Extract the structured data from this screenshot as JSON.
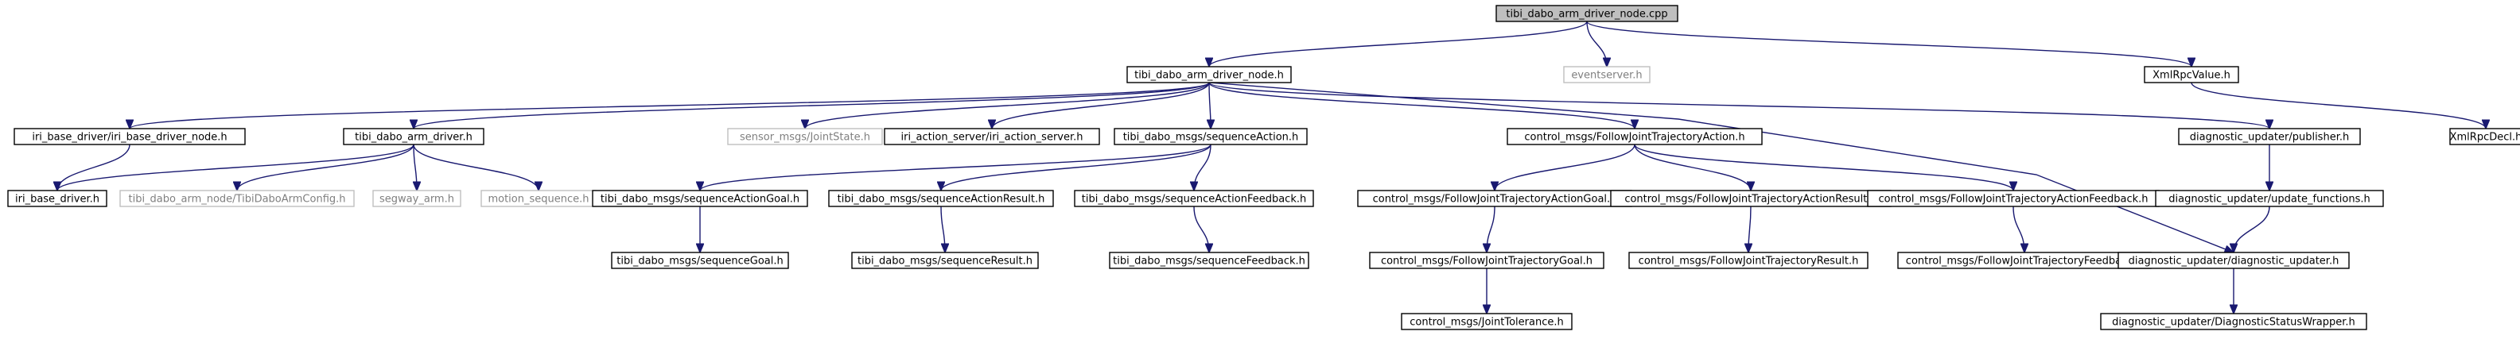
{
  "graph": {
    "colors": {
      "node_fill": "#ffffff",
      "node_border": "#000000",
      "root_fill": "#bfbfbf",
      "external_border": "#bfbfbf",
      "external_text": "#7f7f7f",
      "text": "#000000",
      "edge": "#191970"
    },
    "nodes": [
      {
        "id": "root",
        "label": "tibi_dabo_arm_driver_node.cpp",
        "kind": "root"
      },
      {
        "id": "arm_node_h",
        "label": "tibi_dabo_arm_driver_node.h",
        "kind": "file"
      },
      {
        "id": "eventserver",
        "label": "eventserver.h",
        "kind": "external"
      },
      {
        "id": "xmlrpcvalue",
        "label": "XmlRpcValue.h",
        "kind": "file"
      },
      {
        "id": "iri_base_node",
        "label": "iri_base_driver/iri_base_driver_node.h",
        "kind": "file"
      },
      {
        "id": "arm_driver_h",
        "label": "tibi_dabo_arm_driver.h",
        "kind": "file"
      },
      {
        "id": "jointstate",
        "label": "sensor_msgs/JointState.h",
        "kind": "external"
      },
      {
        "id": "iri_action_server",
        "label": "iri_action_server/iri_action_server.h",
        "kind": "file"
      },
      {
        "id": "seq_action",
        "label": "tibi_dabo_msgs/sequenceAction.h",
        "kind": "file"
      },
      {
        "id": "fjt_action",
        "label": "control_msgs/FollowJointTrajectoryAction.h",
        "kind": "file"
      },
      {
        "id": "diag_publisher",
        "label": "diagnostic_updater/publisher.h",
        "kind": "file"
      },
      {
        "id": "xmlrpcdecl",
        "label": "XmlRpcDecl.h",
        "kind": "file"
      },
      {
        "id": "iri_base_driver",
        "label": "iri_base_driver.h",
        "kind": "file"
      },
      {
        "id": "arm_config",
        "label": "tibi_dabo_arm_node/TibiDaboArmConfig.h",
        "kind": "external"
      },
      {
        "id": "segway_arm",
        "label": "segway_arm.h",
        "kind": "external"
      },
      {
        "id": "motion_sequence",
        "label": "motion_sequence.h",
        "kind": "external"
      },
      {
        "id": "seq_action_goal",
        "label": "tibi_dabo_msgs/sequenceActionGoal.h",
        "kind": "file"
      },
      {
        "id": "seq_action_result",
        "label": "tibi_dabo_msgs/sequenceActionResult.h",
        "kind": "file"
      },
      {
        "id": "seq_action_feedback",
        "label": "tibi_dabo_msgs/sequenceActionFeedback.h",
        "kind": "file"
      },
      {
        "id": "fjt_action_goal",
        "label": "control_msgs/FollowJointTrajectoryActionGoal.h",
        "kind": "file"
      },
      {
        "id": "fjt_action_result",
        "label": "control_msgs/FollowJointTrajectoryActionResult.h",
        "kind": "file"
      },
      {
        "id": "fjt_action_feedback",
        "label": "control_msgs/FollowJointTrajectoryActionFeedback.h",
        "kind": "file"
      },
      {
        "id": "diag_update_functions",
        "label": "diagnostic_updater/update_functions.h",
        "kind": "file"
      },
      {
        "id": "seq_goal",
        "label": "tibi_dabo_msgs/sequenceGoal.h",
        "kind": "file"
      },
      {
        "id": "seq_result",
        "label": "tibi_dabo_msgs/sequenceResult.h",
        "kind": "file"
      },
      {
        "id": "seq_feedback",
        "label": "tibi_dabo_msgs/sequenceFeedback.h",
        "kind": "file"
      },
      {
        "id": "fjt_goal",
        "label": "control_msgs/FollowJointTrajectoryGoal.h",
        "kind": "file"
      },
      {
        "id": "fjt_result",
        "label": "control_msgs/FollowJointTrajectoryResult.h",
        "kind": "file"
      },
      {
        "id": "fjt_feedback",
        "label": "control_msgs/FollowJointTrajectoryFeedback.h",
        "kind": "file"
      },
      {
        "id": "diag_updater",
        "label": "diagnostic_updater/diagnostic_updater.h",
        "kind": "file"
      },
      {
        "id": "joint_tolerance",
        "label": "control_msgs/JointTolerance.h",
        "kind": "file"
      },
      {
        "id": "diag_status_wrapper",
        "label": "diagnostic_updater/DiagnosticStatusWrapper.h",
        "kind": "file"
      }
    ],
    "edges": [
      [
        "root",
        "arm_node_h"
      ],
      [
        "root",
        "eventserver"
      ],
      [
        "root",
        "xmlrpcvalue"
      ],
      [
        "xmlrpcvalue",
        "xmlrpcdecl"
      ],
      [
        "arm_node_h",
        "iri_base_node"
      ],
      [
        "arm_node_h",
        "arm_driver_h"
      ],
      [
        "arm_node_h",
        "jointstate"
      ],
      [
        "arm_node_h",
        "iri_action_server"
      ],
      [
        "arm_node_h",
        "seq_action"
      ],
      [
        "arm_node_h",
        "fjt_action"
      ],
      [
        "arm_node_h",
        "diag_publisher"
      ],
      [
        "arm_node_h",
        "diag_updater"
      ],
      [
        "iri_base_node",
        "iri_base_driver"
      ],
      [
        "arm_driver_h",
        "iri_base_driver"
      ],
      [
        "arm_driver_h",
        "arm_config"
      ],
      [
        "arm_driver_h",
        "segway_arm"
      ],
      [
        "arm_driver_h",
        "motion_sequence"
      ],
      [
        "seq_action",
        "seq_action_goal"
      ],
      [
        "seq_action",
        "seq_action_result"
      ],
      [
        "seq_action",
        "seq_action_feedback"
      ],
      [
        "seq_action_goal",
        "seq_goal"
      ],
      [
        "seq_action_result",
        "seq_result"
      ],
      [
        "seq_action_feedback",
        "seq_feedback"
      ],
      [
        "fjt_action",
        "fjt_action_goal"
      ],
      [
        "fjt_action",
        "fjt_action_result"
      ],
      [
        "fjt_action",
        "fjt_action_feedback"
      ],
      [
        "fjt_action_goal",
        "fjt_goal"
      ],
      [
        "fjt_goal",
        "joint_tolerance"
      ],
      [
        "fjt_action_result",
        "fjt_result"
      ],
      [
        "fjt_action_feedback",
        "fjt_feedback"
      ],
      [
        "diag_publisher",
        "diag_update_functions"
      ],
      [
        "diag_update_functions",
        "diag_updater"
      ],
      [
        "diag_updater",
        "diag_status_wrapper"
      ]
    ]
  }
}
